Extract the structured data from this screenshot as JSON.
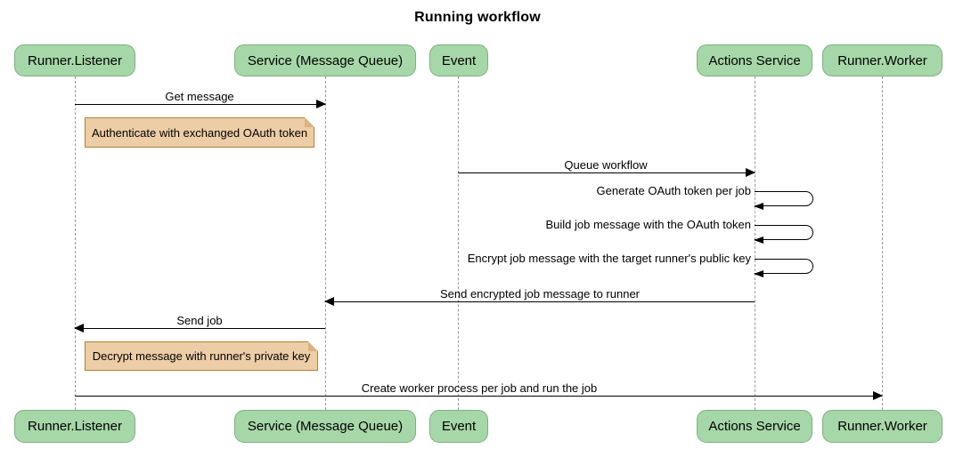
{
  "title": "Running workflow",
  "diagram_type": "sequence",
  "participants": [
    {
      "label": "Runner.Listener"
    },
    {
      "label": "Service (Message Queue)"
    },
    {
      "label": "Event"
    },
    {
      "label": "Actions Service"
    },
    {
      "label": "Runner.Worker"
    }
  ],
  "messages": [
    {
      "label": "Get message",
      "from": "Runner.Listener",
      "to": "Service (Message Queue)"
    },
    {
      "label": "Queue workflow",
      "from": "Event",
      "to": "Actions Service"
    },
    {
      "label": "Generate OAuth token per job",
      "from": "Actions Service",
      "to": "Actions Service"
    },
    {
      "label": "Build job message with the OAuth token",
      "from": "Actions Service",
      "to": "Actions Service"
    },
    {
      "label": "Encrypt job message with the target runner's public key",
      "from": "Actions Service",
      "to": "Actions Service"
    },
    {
      "label": "Send encrypted job message to runner",
      "from": "Actions Service",
      "to": "Service (Message Queue)"
    },
    {
      "label": "Send job",
      "from": "Service (Message Queue)",
      "to": "Runner.Listener"
    },
    {
      "label": "Create worker process per job and run the job",
      "from": "Runner.Listener",
      "to": "Runner.Worker"
    }
  ],
  "notes": [
    {
      "label": "Authenticate with exchanged OAuth token",
      "position": "right of Runner.Listener"
    },
    {
      "label": "Decrypt message with runner's private key",
      "position": "right of Runner.Listener"
    }
  ],
  "colors": {
    "actor_fill": "#a6d7a8",
    "actor_border": "#7fae81",
    "note_fill": "#edcda6",
    "note_border": "#aa8439",
    "lifeline": "#999999",
    "arrow": "#000000",
    "text": "#000000"
  }
}
